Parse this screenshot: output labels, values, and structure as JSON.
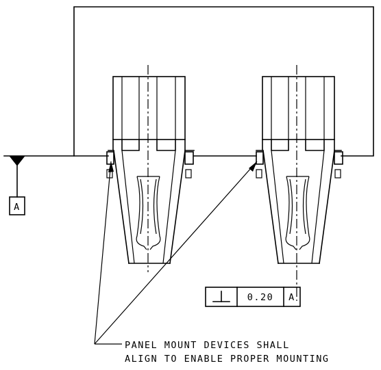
{
  "drawing": {
    "datum_label": "A",
    "feature_control_frame": {
      "symbol": "perpendicularity-icon",
      "tolerance": "0.20",
      "datum": "A"
    },
    "note": {
      "line1": "PANEL MOUNT DEVICES SHALL",
      "line2": "ALIGN TO ENABLE PROPER MOUNTING"
    }
  }
}
